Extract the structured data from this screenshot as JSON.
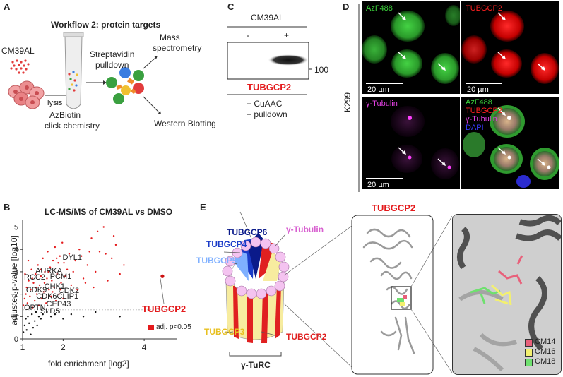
{
  "panels": {
    "A": {
      "letter": "A",
      "title": "Workflow 2: protein targets",
      "compound": "CM39AL",
      "lysis": "lysis",
      "azbiotin": "AzBiotin",
      "click": "click chemistry",
      "streptavidin": "Streptavidin",
      "pulldown": "pulldown",
      "mass": "Mass",
      "spectrometry": "spectrometry",
      "western": "Western Blotting"
    },
    "B": {
      "letter": "B",
      "chart_data": {
        "type": "scatter",
        "title": "LC-MS/MS of CM39AL vs DMSO",
        "xlabel": "fold enrichment [log2]",
        "ylabel": "adjusted p-value [log10]",
        "xlim": [
          1,
          4.8
        ],
        "ylim": [
          0,
          5.3
        ],
        "xticks": [
          1,
          2,
          4
        ],
        "yticks": [
          0,
          1,
          2,
          3,
          4,
          5
        ],
        "threshold_y": 1.3,
        "legend": "adj. p<0.05",
        "highlight": {
          "label": "TUBGCP2",
          "x": 4.45,
          "y": 2.8
        },
        "labels": [
          {
            "text": "DYL1",
            "x": 1.95,
            "y": 3.6
          },
          {
            "text": "AURKA",
            "x": 1.28,
            "y": 3.0
          },
          {
            "text": "RCC2",
            "x": 1.0,
            "y": 2.7
          },
          {
            "text": "PCM1",
            "x": 1.64,
            "y": 2.75
          },
          {
            "text": "CHK1",
            "x": 1.5,
            "y": 2.3
          },
          {
            "text": "CDK9",
            "x": 1.05,
            "y": 2.15
          },
          {
            "text": "CDK2",
            "x": 1.85,
            "y": 2.1
          },
          {
            "text": "CDK6CLIP1",
            "x": 1.3,
            "y": 1.85
          },
          {
            "text": "CEP43",
            "x": 1.55,
            "y": 1.5
          },
          {
            "text": "OPTN",
            "x": 1.0,
            "y": 1.35
          },
          {
            "text": "SLD5",
            "x": 1.4,
            "y": 1.2
          }
        ],
        "significant_points": [
          [
            1.02,
            1.5
          ],
          [
            1.05,
            1.8
          ],
          [
            1.08,
            2.0
          ],
          [
            1.1,
            2.3
          ],
          [
            1.12,
            1.6
          ],
          [
            1.15,
            2.6
          ],
          [
            1.18,
            1.9
          ],
          [
            1.2,
            2.2
          ],
          [
            1.22,
            3.1
          ],
          [
            1.25,
            1.4
          ],
          [
            1.27,
            2.5
          ],
          [
            1.3,
            1.7
          ],
          [
            1.32,
            2.9
          ],
          [
            1.35,
            2.0
          ],
          [
            1.38,
            3.3
          ],
          [
            1.4,
            1.5
          ],
          [
            1.42,
            2.4
          ],
          [
            1.45,
            2.8
          ],
          [
            1.47,
            1.8
          ],
          [
            1.5,
            3.6
          ],
          [
            1.52,
            2.1
          ],
          [
            1.55,
            3.0
          ],
          [
            1.58,
            1.6
          ],
          [
            1.6,
            2.7
          ],
          [
            1.62,
            3.9
          ],
          [
            1.65,
            2.2
          ],
          [
            1.68,
            3.2
          ],
          [
            1.7,
            1.9
          ],
          [
            1.72,
            2.6
          ],
          [
            1.75,
            3.5
          ],
          [
            1.78,
            2.3
          ],
          [
            1.8,
            4.1
          ],
          [
            1.82,
            1.7
          ],
          [
            1.85,
            2.9
          ],
          [
            1.88,
            3.4
          ],
          [
            1.9,
            2.0
          ],
          [
            1.92,
            3.7
          ],
          [
            1.95,
            2.5
          ],
          [
            1.98,
            4.3
          ],
          [
            2.0,
            1.8
          ],
          [
            2.05,
            2.8
          ],
          [
            2.1,
            3.1
          ],
          [
            2.15,
            3.8
          ],
          [
            2.2,
            2.4
          ],
          [
            2.3,
            3.5
          ],
          [
            2.4,
            4.0
          ],
          [
            2.5,
            2.7
          ],
          [
            2.6,
            3.3
          ],
          [
            2.7,
            4.5
          ],
          [
            2.8,
            3.0
          ],
          [
            2.9,
            3.9
          ],
          [
            3.0,
            5.0
          ],
          [
            3.1,
            2.6
          ],
          [
            3.2,
            3.6
          ],
          [
            3.3,
            4.2
          ],
          [
            3.4,
            2.9
          ],
          [
            3.5,
            3.3
          ],
          [
            1.06,
            2.9
          ],
          [
            1.14,
            3.5
          ],
          [
            1.24,
            2.7
          ],
          [
            1.34,
            2.3
          ],
          [
            1.44,
            3.1
          ],
          [
            1.54,
            2.5
          ],
          [
            1.64,
            3.0
          ],
          [
            1.74,
            2.1
          ],
          [
            1.84,
            3.6
          ],
          [
            1.94,
            2.2
          ],
          [
            2.02,
            3.4
          ],
          [
            2.25,
            3.0
          ],
          [
            2.35,
            2.2
          ],
          [
            2.45,
            3.7
          ],
          [
            2.55,
            2.5
          ],
          [
            2.65,
            3.9
          ],
          [
            2.75,
            2.3
          ],
          [
            2.85,
            4.8
          ],
          [
            3.05,
            3.8
          ],
          [
            3.25,
            4.6
          ]
        ],
        "nonsignificant_points": [
          [
            1.02,
            0.3
          ],
          [
            1.05,
            0.6
          ],
          [
            1.08,
            0.9
          ],
          [
            1.1,
            0.4
          ],
          [
            1.13,
            1.0
          ],
          [
            1.16,
            0.7
          ],
          [
            1.2,
            0.2
          ],
          [
            1.23,
            1.1
          ],
          [
            1.26,
            0.5
          ],
          [
            1.3,
            0.8
          ],
          [
            1.33,
            1.2
          ],
          [
            1.36,
            0.6
          ],
          [
            1.4,
            1.0
          ],
          [
            1.45,
            0.9
          ],
          [
            1.5,
            1.1
          ],
          [
            1.6,
            1.2
          ],
          [
            1.7,
            1.0
          ],
          [
            1.8,
            1.1
          ],
          [
            1.9,
            1.2
          ],
          [
            2.0,
            0.9
          ],
          [
            2.2,
            1.1
          ],
          [
            2.5,
            1.0
          ],
          [
            2.8,
            1.2
          ],
          [
            3.4,
            1.0
          ]
        ]
      }
    },
    "C": {
      "letter": "C",
      "compound": "CM39AL",
      "minus": "-",
      "plus": "+",
      "marker": "100",
      "target": "TUBGCP2",
      "cuaac": "+ CuAAC",
      "pulldown": "+ pulldown"
    },
    "D": {
      "letter": "D",
      "cell_line": "K299",
      "scale": "20 µm",
      "channels": {
        "azf": "AzF488",
        "tub": "TUBGCP2",
        "gamma": "γ-Tubulin",
        "dapi": "DAPI"
      },
      "colors": {
        "green": "#3bd13b",
        "red": "#ff2020",
        "magenta": "#e040e0",
        "blue": "#3a3aff"
      }
    },
    "E": {
      "letter": "E",
      "complex": "γ-TuRC",
      "labels": {
        "tubgcp6": "TUBGCP6",
        "tubgcp4": "TUBGCP4",
        "tubgcp5": "TUBGCP5",
        "gamma": "γ-Tubulin",
        "tubgcp3": "TUBGCP3",
        "tubgcp2": "TUBGCP2",
        "structure_title": "TUBGCP2"
      },
      "legend": [
        {
          "label": "CM14",
          "color": "#e8607a"
        },
        {
          "label": "CM16",
          "color": "#f3f070"
        },
        {
          "label": "CM18",
          "color": "#6fe06f"
        }
      ]
    }
  }
}
